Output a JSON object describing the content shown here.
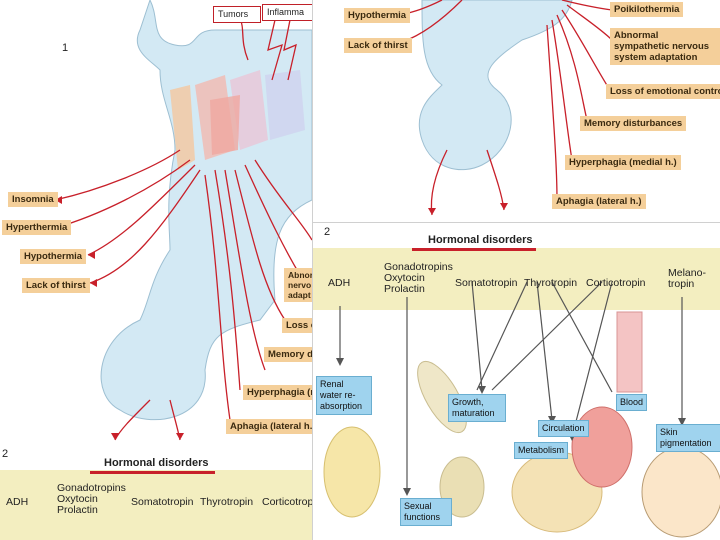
{
  "left_panel": {
    "number_1": "1",
    "top_boxes": [
      "Tumors",
      "Inflamma"
    ],
    "labels": [
      "Insomnia",
      "Hyperthermia",
      "Hypothermia",
      "Lack of thirst"
    ],
    "right_labels": [
      "Abnor",
      "nervo",
      "adapt",
      "Loss o",
      "Memory di",
      "Hyperphagia (me",
      "Aphagia (lateral h.)"
    ],
    "number_2": "2",
    "hormonal_title": "Hormonal disorders",
    "hormones": [
      "ADH",
      "Gonadotropins",
      "Oxytocin",
      "Prolactin",
      "Somatotropin",
      "Thyrotropin",
      "Corticotrop"
    ]
  },
  "right_top": {
    "left_labels": [
      "Hypothermia",
      "Lack of thirst"
    ],
    "right_labels": [
      "Poikilothermia",
      "Abnormal sympathetic nervous system adaptation",
      "Loss of emotional control",
      "Memory disturbances",
      "Hyperphagia (medial h.)",
      "Aphagia (lateral h.)"
    ]
  },
  "right_bottom": {
    "number_2": "2",
    "hormonal_title": "Hormonal disorders",
    "hormones": [
      "ADH",
      "Gonadotropins",
      "Oxytocin",
      "Prolactin",
      "Somatotropin",
      "Thyrotropin",
      "Corticotropin",
      "Melano-",
      "tropin"
    ],
    "effects": [
      "Renal",
      "water re-",
      "absorption",
      "Growth,",
      "maturation",
      "Circulation",
      "Metabolism",
      "Blood",
      "Skin",
      "pigmentation",
      "Sexual",
      "functions"
    ]
  },
  "colors": {
    "tag": "#f4cf9a",
    "arrow": "#c8202a",
    "band": "#f3eec0",
    "effect_box": "#9fd3ee",
    "brain": "#cfe6f2"
  }
}
